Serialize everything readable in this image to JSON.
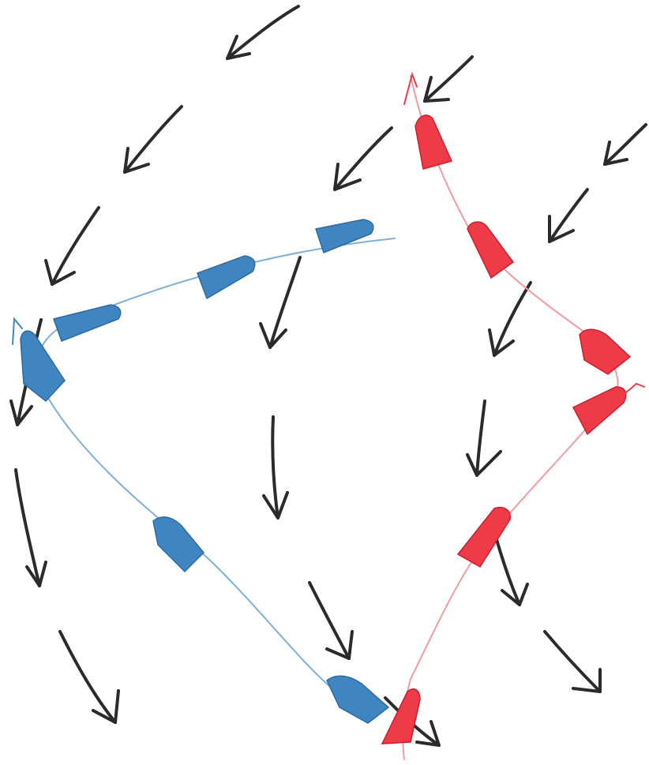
{
  "colors": {
    "paper": "#ffffff",
    "wind_arrow": "#2b2b2b",
    "blue_boat": "#3f85c2",
    "blue_boat_edge": "#2f6a9c",
    "blue_track": "#7fb0d8",
    "red_boat": "#ef3b47",
    "red_boat_edge": "#c8202c",
    "red_track": "#f39aa0"
  },
  "icons": {
    "wind": "arrow-icon",
    "boat": "sailboat-hull-icon"
  },
  "boats": [
    {
      "id": "blue",
      "color_key": "blue_boat"
    },
    {
      "id": "red",
      "color_key": "red_boat"
    }
  ]
}
